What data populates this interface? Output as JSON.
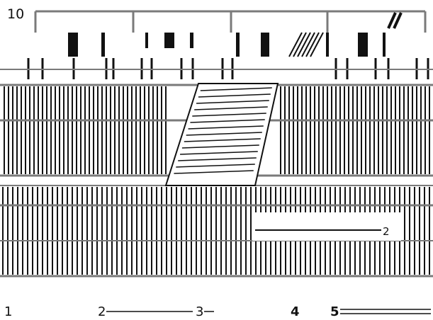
{
  "labels": {
    "top_number": "10",
    "bottom_numbers": [
      "1",
      "2",
      "3",
      "4",
      "5"
    ],
    "callout": "2"
  },
  "colors": {
    "line": "#111111",
    "bracket": "#7a7a7a",
    "hatch": "#1a1a1a"
  }
}
